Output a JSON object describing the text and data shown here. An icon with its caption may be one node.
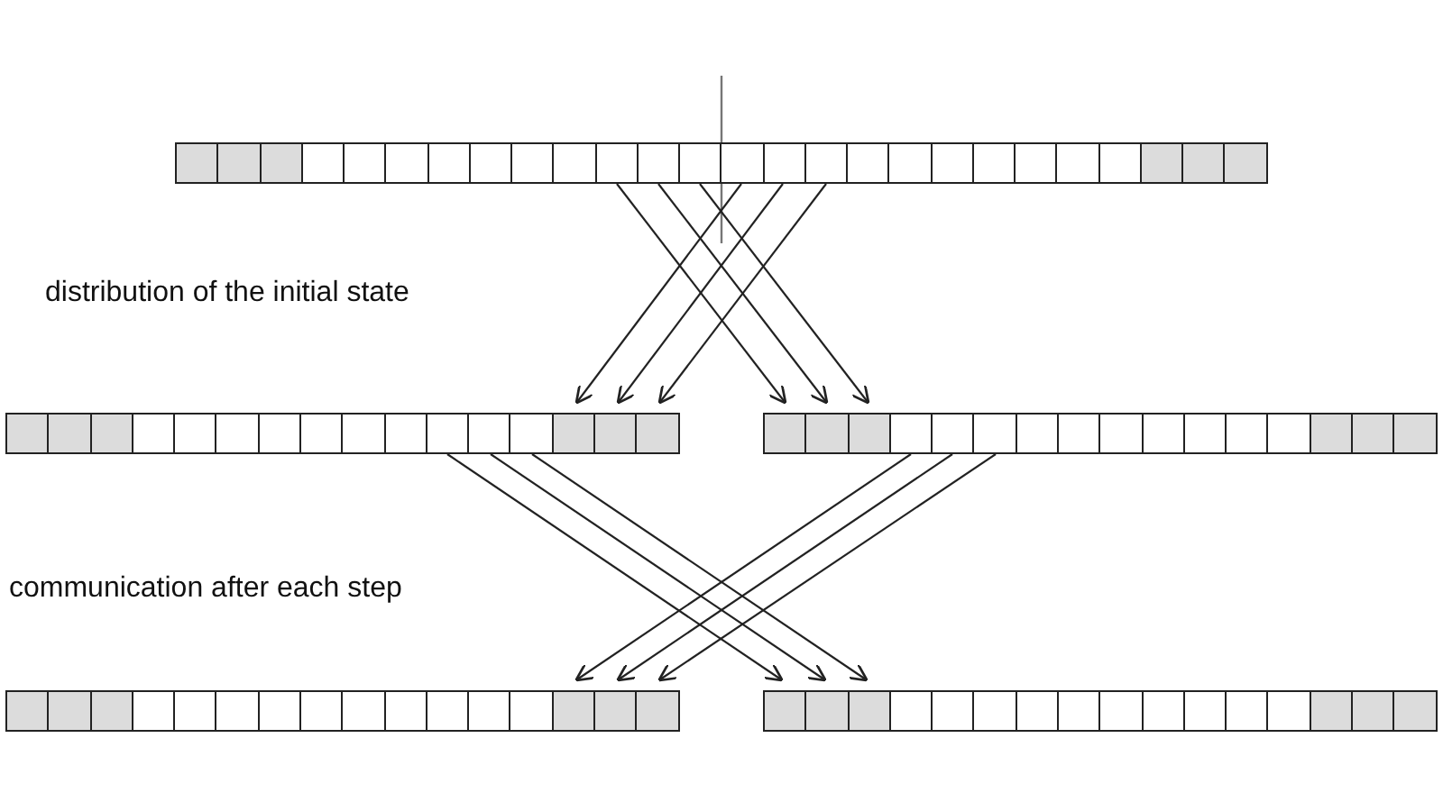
{
  "diagram": {
    "nodes": [
      {
        "text": [],
        "shape": "bar"
      },
      {
        "text": [],
        "shape": "bar"
      },
      {
        "text": [],
        "shape": "bar"
      },
      {
        "text": [],
        "shape": "bar"
      },
      {
        "text": [],
        "shape": "bar"
      }
    ],
    "edges": [
      {
        "from": 0,
        "to": 1,
        "arrow": "to"
      },
      {
        "from": 0,
        "to": 1,
        "arrow": "to"
      },
      {
        "from": 0,
        "to": 1,
        "arrow": "to"
      },
      {
        "from": 0,
        "to": 2,
        "arrow": "to"
      },
      {
        "from": 0,
        "to": 2,
        "arrow": "to"
      },
      {
        "from": 0,
        "to": 2,
        "arrow": "to"
      },
      {
        "from": 1,
        "to": 4,
        "arrow": "to"
      },
      {
        "from": 1,
        "to": 4,
        "arrow": "to"
      },
      {
        "from": 1,
        "to": 4,
        "arrow": "to"
      },
      {
        "from": 2,
        "to": 3,
        "arrow": "to"
      },
      {
        "from": 2,
        "to": 3,
        "arrow": "to"
      },
      {
        "from": 2,
        "to": 3,
        "arrow": "to"
      }
    ],
    "labels": [
      "distribution of the initial state",
      "communication after each step"
    ]
  }
}
